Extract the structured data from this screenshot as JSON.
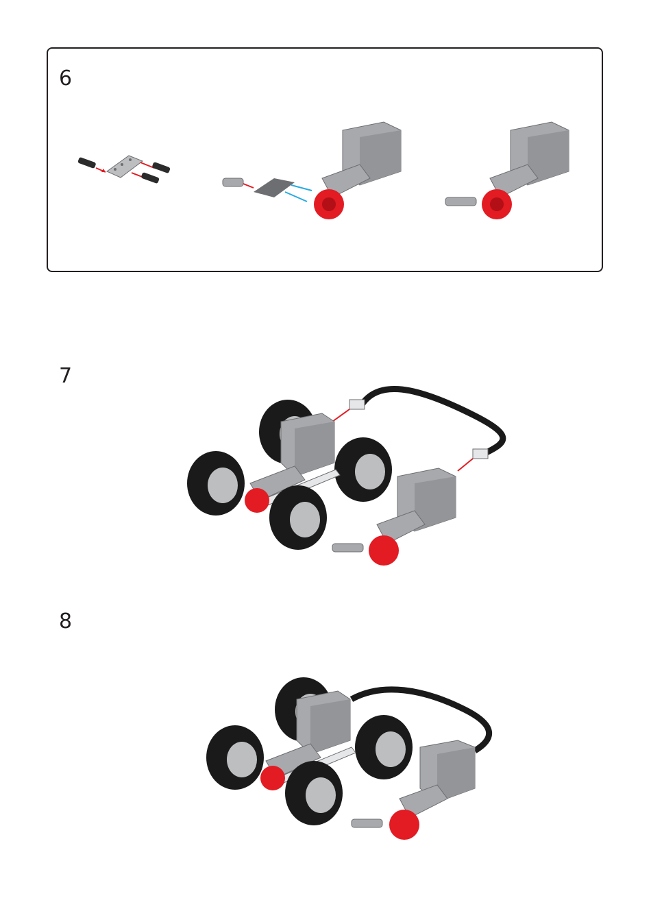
{
  "steps": [
    {
      "number": "6"
    },
    {
      "number": "7"
    },
    {
      "number": "8"
    }
  ],
  "colors": {
    "motor_gray": "#a7a9ac",
    "motor_dark": "#6d6e71",
    "hub_red": "#e31b23",
    "tire_black": "#1a1a1a",
    "rim_gray": "#bcbec0",
    "arrow_red": "#e31b23",
    "arrow_blue": "#27aae1",
    "cable_black": "#1a1a1a",
    "border": "#231f20"
  },
  "icons": [
    "motor-icon",
    "beam-icon",
    "pin-icon",
    "wheel-icon",
    "cable-icon",
    "arrow-icon"
  ]
}
